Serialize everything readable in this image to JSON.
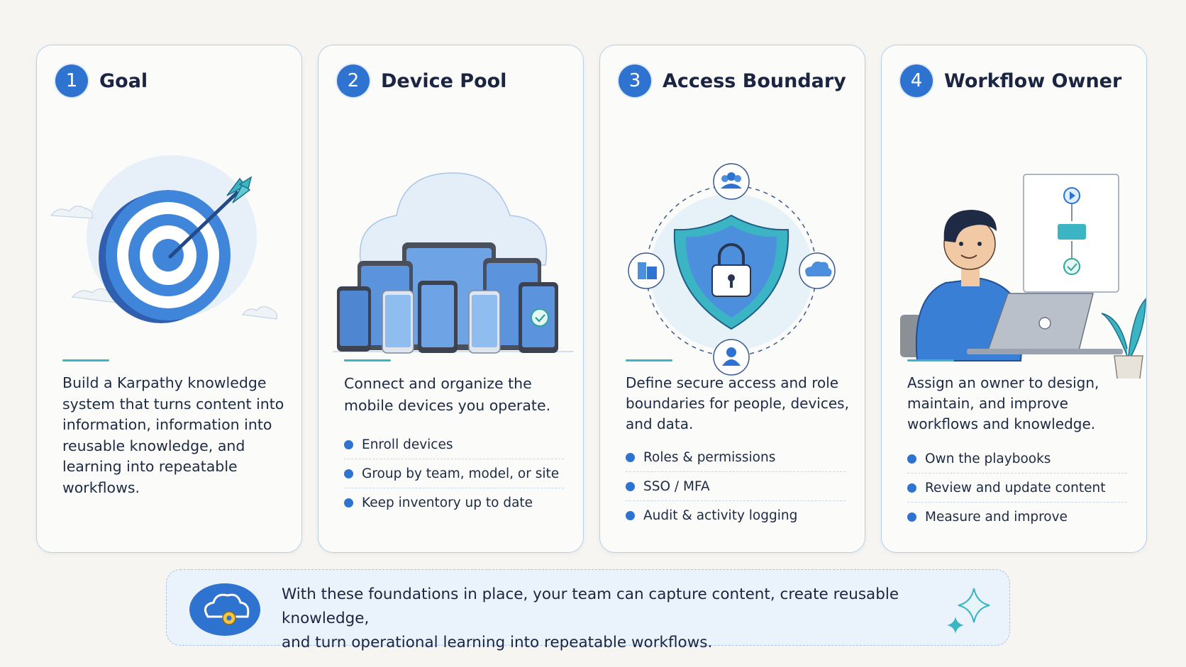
{
  "cards": [
    {
      "number": "1",
      "title": "Goal",
      "description": "Build a Karpathy knowledge system that turns content into information, information into reusable knowledge, and learning into repeatable workflows.",
      "bullets": []
    },
    {
      "number": "2",
      "title": "Device Pool",
      "description": "Connect and organize the mobile devices you operate.",
      "bullets": [
        "Enroll devices",
        "Group by team, model, or site",
        "Keep inventory up to date"
      ]
    },
    {
      "number": "3",
      "title": "Access Boundary",
      "description": "Define secure access and role boundaries for people, devices, and data.",
      "bullets": [
        "Roles & permissions",
        "SSO / MFA",
        "Audit & activity logging"
      ]
    },
    {
      "number": "4",
      "title": "Workflow Owner",
      "description": "Assign an owner to design, maintain, and improve workflows and knowledge.",
      "bullets": [
        "Own the playbooks",
        "Review and update content",
        "Measure and improve"
      ]
    }
  ],
  "banner": {
    "text_line1": "With these foundations in place, your team can capture content, create reusable knowledge,",
    "text_line2": "and turn operational learning into repeatable workflows."
  },
  "icons": {
    "goal": "target-with-arrow-icon",
    "device_pool": "cloud-with-devices-icon",
    "access": "shield-lock-icon",
    "owner": "person-at-laptop-icon",
    "banner": "cloud-gear-icon",
    "sparkle": "sparkle-icon"
  },
  "colors": {
    "accent": "#2f73d1",
    "teal": "#3bb5c4",
    "card_border": "#b7cfe6",
    "background": "#f6f5f1"
  }
}
